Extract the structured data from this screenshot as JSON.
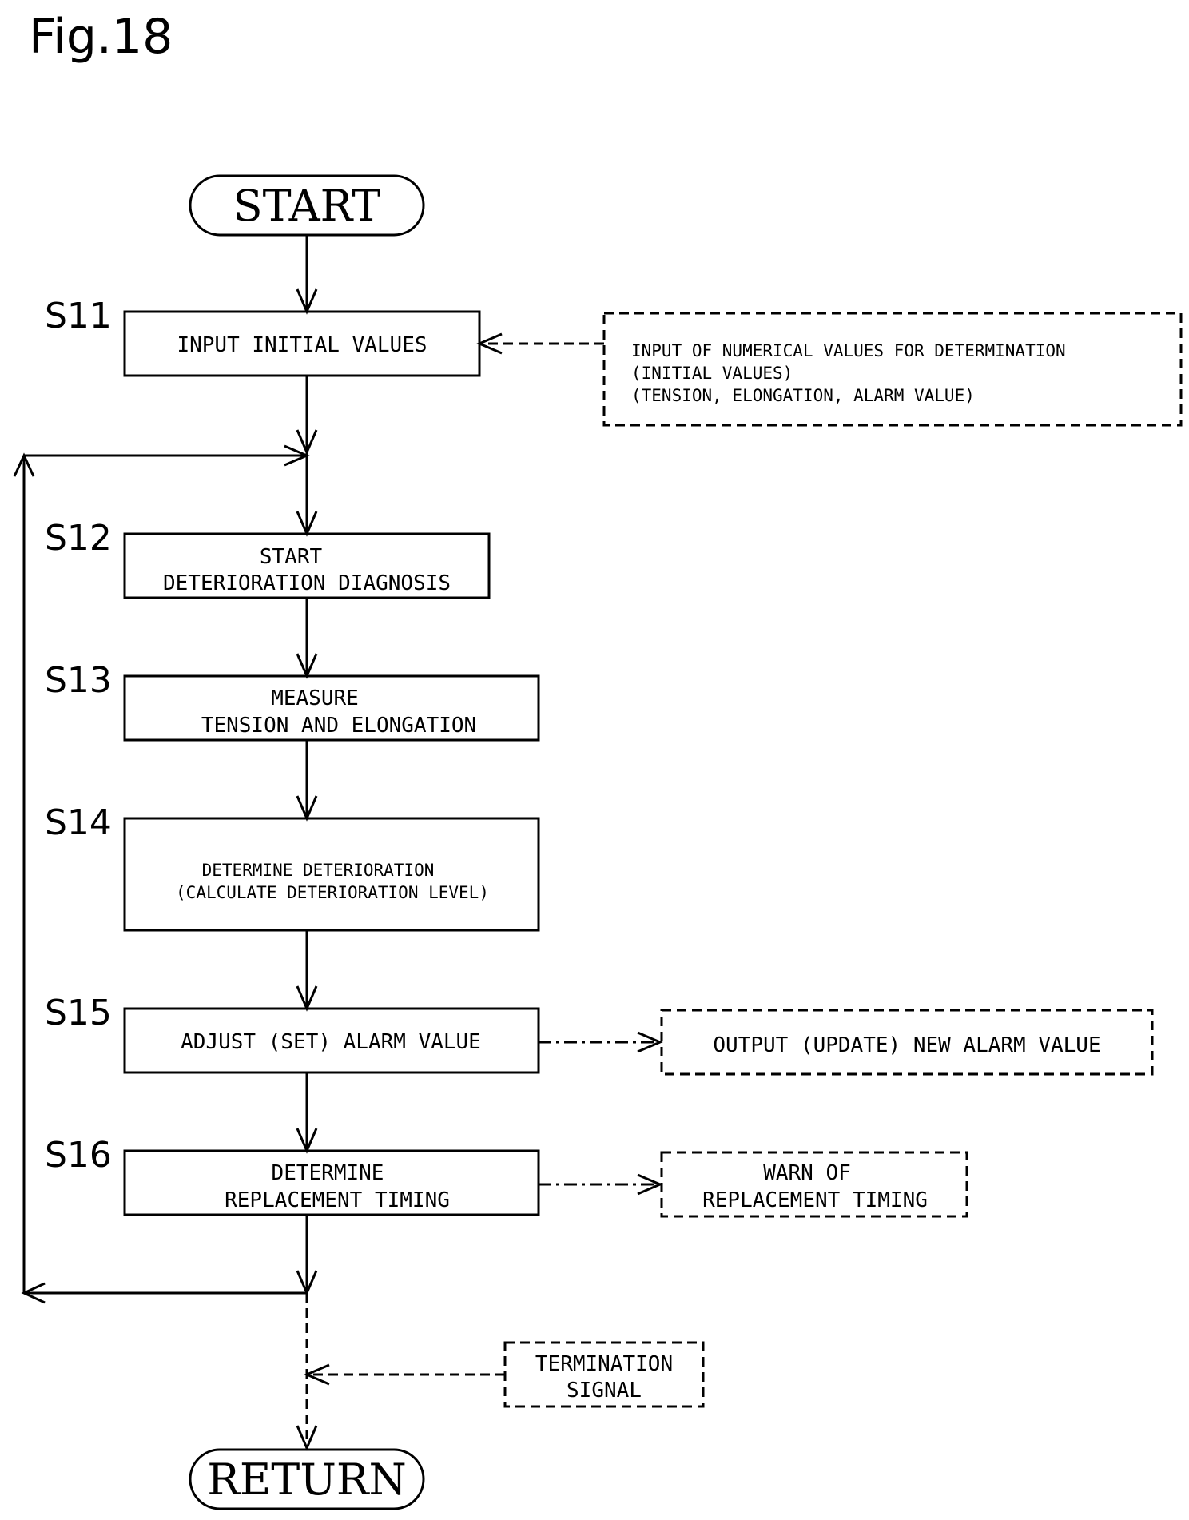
{
  "figure": {
    "title": "Fig.18"
  },
  "terminals": {
    "start": "START",
    "return": "RETURN"
  },
  "steps": {
    "s11": {
      "label": "S11",
      "lines": [
        "INPUT INITIAL VALUES"
      ]
    },
    "s12": {
      "label": "S12",
      "lines": [
        "START",
        "DETERIORATION DIAGNOSIS"
      ]
    },
    "s13": {
      "label": "S13",
      "lines": [
        "MEASURE",
        "TENSION AND ELONGATION"
      ]
    },
    "s14": {
      "label": "S14",
      "lines": [
        "DETERMINE DETERIORATION",
        "(CALCULATE DETERIORATION LEVEL)"
      ]
    },
    "s15": {
      "label": "S15",
      "lines": [
        "ADJUST (SET) ALARM VALUE"
      ]
    },
    "s16": {
      "label": "S16",
      "lines": [
        "DETERMINE",
        "REPLACEMENT TIMING"
      ]
    }
  },
  "notes": {
    "input_values": {
      "lines": [
        "INPUT OF NUMERICAL VALUES FOR DETERMINATION",
        "(INITIAL VALUES)",
        "(TENSION, ELONGATION, ALARM VALUE)"
      ]
    },
    "output_alarm": {
      "lines": [
        "OUTPUT (UPDATE) NEW ALARM VALUE"
      ]
    },
    "warn": {
      "lines": [
        "WARN OF",
        "REPLACEMENT TIMING"
      ]
    },
    "termination": {
      "lines": [
        "TERMINATION",
        "SIGNAL"
      ]
    }
  }
}
